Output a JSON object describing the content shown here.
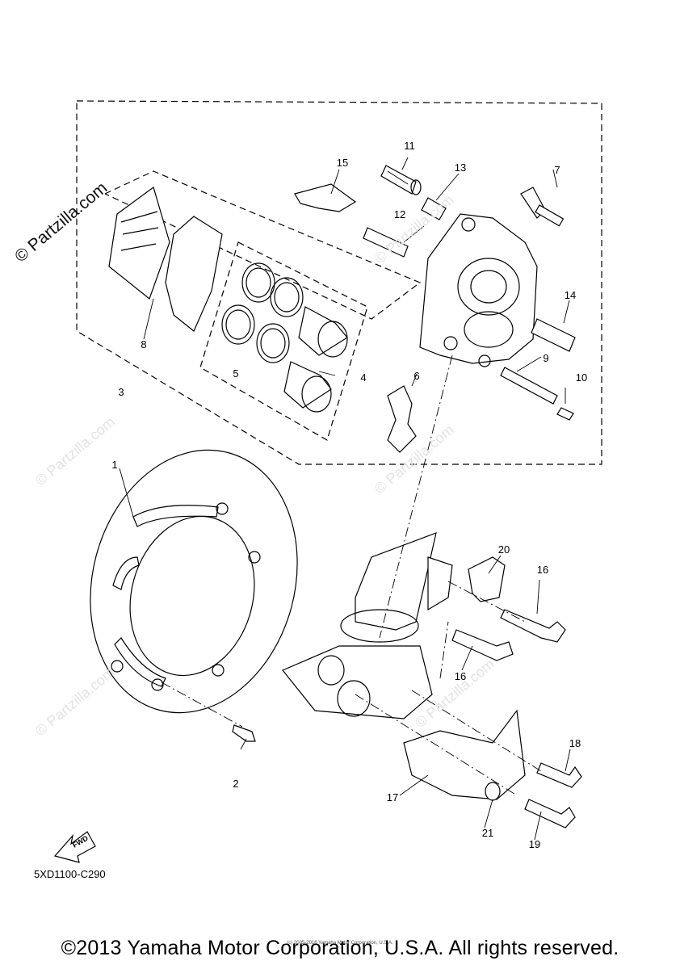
{
  "watermark": {
    "main": "© Partzilla.com",
    "faint": "© Partzilla.com"
  },
  "diagram": {
    "code": "5XD1100-C290",
    "fwd_label": "FWD",
    "callouts": [
      "1",
      "2",
      "3",
      "4",
      "5",
      "6",
      "7",
      "8",
      "9",
      "10",
      "11",
      "12",
      "13",
      "14",
      "15",
      "16",
      "16",
      "17",
      "18",
      "19",
      "20",
      "21"
    ]
  },
  "footer": {
    "copyright": "©2013 Yamaha Motor Corporation, U.S.A. All rights reserved.",
    "small_copyright": "(c) 2005-2016 Yamaha Motor Corporation, U.S.A."
  }
}
